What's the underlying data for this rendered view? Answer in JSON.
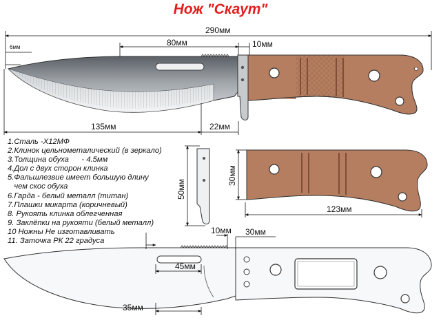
{
  "title": "Нож \"Скаут\"",
  "dimensions": {
    "total_length": "290мм",
    "blade_thickness_label": "6мм",
    "fuller_length": "80мм",
    "guard_width_top": "10мм",
    "blade_length": "135мм",
    "guard_height": "22мм",
    "guard_plate_height": "50мм",
    "scale_height": "30мм",
    "scale_length": "123мм",
    "blank_guard_offset": "10мм",
    "blank_handle_width": "30мм",
    "blank_window_length": "45мм",
    "blank_tip_offset": "35мм"
  },
  "specs": [
    "1.Сталь -Х12МФ",
    "2.Клинок цельнометалический (в зеркало)",
    "3.Толщина обуха      - 4.5мм",
    "4.Дол с двух сторон клинка",
    "5.Фальшлезвие имеет большую длину",
    "   чем скос обуха",
    "6.Гарда - белый металл (титан)",
    "7.Плашки микарта (коричневый)",
    "8. Рукоять клинка облегченная",
    "9. Заклёпки на рукояти (белый металл)",
    "10 Ножны  Не изготавливать",
    "11. Заточка РК 22 градуса"
  ],
  "colors": {
    "title": "#e11d1d",
    "handle_micarta": "#b07a5c",
    "blade_steel": "#8a8f95",
    "outline": "#222222"
  }
}
